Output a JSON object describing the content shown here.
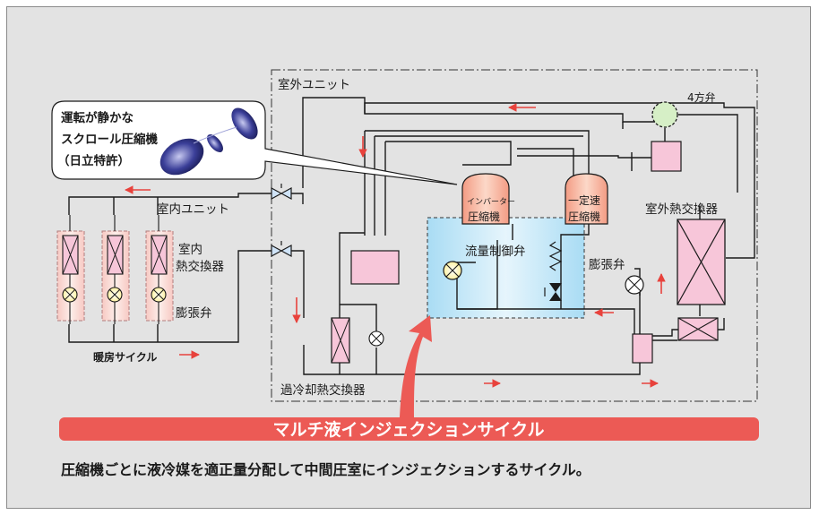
{
  "labels": {
    "outdoor_unit": "室外ユニット",
    "four_way_valve": "4方弁",
    "indoor_unit": "室内ユニット",
    "indoor_hx_1": "室内",
    "indoor_hx_2": "熱交換器",
    "indoor_expansion": "膨張弁",
    "heating_cycle": "暖房サイクル",
    "inverter_1": "インバーター",
    "inverter_2": "圧縮機",
    "fixed_1": "一定速",
    "fixed_2": "圧縮機",
    "flow_valve": "流量制御弁",
    "outdoor_hx": "室外熱交換器",
    "outdoor_expansion": "膨張弁",
    "subcool_hx": "過冷却熱交換器",
    "callout_1": "運転が静かな",
    "callout_2": "スクロール圧縮機",
    "callout_3": "（日立特許）"
  },
  "banner": "マルチ液インジェクションサイクル",
  "description": "圧縮機ごとに液冷媒を適正量分配して中間圧室にインジェクションするサイクル。",
  "colors": {
    "background": "#e3e3e3",
    "line": "#1a1a1a",
    "arrow": "#e8423c",
    "banner": "#ec5a55",
    "compressor": "#f6b8a2",
    "component_pink": "#f7c6d9",
    "injection_area": "#bfe4f6"
  }
}
